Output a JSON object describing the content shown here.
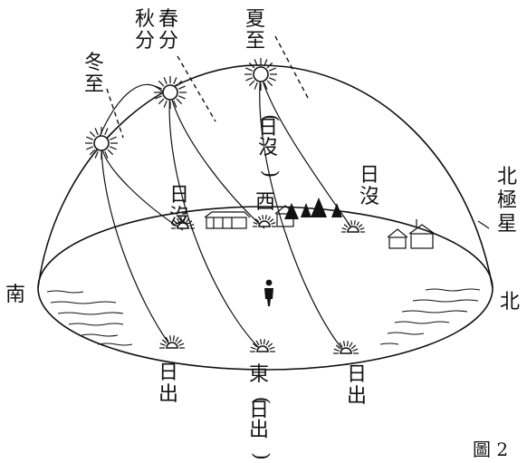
{
  "title": "",
  "figure_caption": "圖 2",
  "directions": {
    "south": "南",
    "north": "北",
    "west": "西",
    "east": "東(日出)"
  },
  "pole_star": "北極星",
  "seasons": {
    "winter_solstice": "冬至",
    "autumn_equinox": "秋分",
    "spring_equinox": "春分",
    "summer_solstice": "夏至"
  },
  "events": {
    "sunset_left": "日沒",
    "sunset_middle": "(日沒)",
    "sunset_right": "日沒",
    "sunrise_left": "日出",
    "sunrise_right": "日出"
  }
}
